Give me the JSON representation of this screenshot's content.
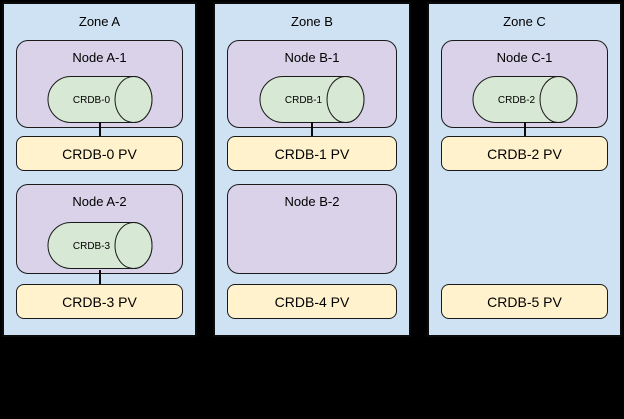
{
  "diagram": {
    "description_visible_text_only": true,
    "colors": {
      "background": "#000000",
      "zone_fill": "#cfe2f3",
      "node_fill": "#d9d2e9",
      "cylinder_fill": "#d7e8d4",
      "pv_fill": "#fff2cc",
      "border": "#1a1a1a"
    },
    "zones": [
      {
        "label": "Zone A",
        "slots": [
          {
            "node_label": "Node A-1",
            "cylinder_label": "CRDB-0",
            "pv_label": "CRDB-0 PV",
            "connected": true
          },
          {
            "node_label": "Node A-2",
            "cylinder_label": "CRDB-3",
            "pv_label": "CRDB-3 PV",
            "connected": true
          }
        ]
      },
      {
        "label": "Zone B",
        "slots": [
          {
            "node_label": "Node B-1",
            "cylinder_label": "CRDB-1",
            "pv_label": "CRDB-1 PV",
            "connected": true
          },
          {
            "node_label": "Node B-2",
            "pv_label": "CRDB-4 PV",
            "connected": false
          }
        ]
      },
      {
        "label": "Zone C",
        "slots": [
          {
            "node_label": "Node C-1",
            "cylinder_label": "CRDB-2",
            "pv_label": "CRDB-2 PV",
            "connected": true
          },
          {
            "pv_label": "CRDB-5 PV",
            "connected": false
          }
        ]
      }
    ]
  }
}
